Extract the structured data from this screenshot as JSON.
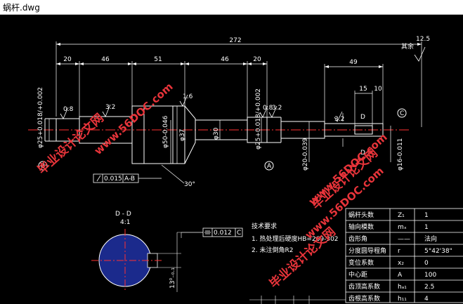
{
  "window": {
    "title": "蜗杆.dwg"
  },
  "dimensions": {
    "overall": "272",
    "seg1": "20",
    "seg2": "46",
    "seg3": "51",
    "seg4": "46",
    "seg5": "20",
    "seg6": "49",
    "key_len": "15",
    "key_off": "10",
    "dia_left_journal": "φ25+0.018/+0.002",
    "dia_shoulder": "φ37",
    "dia_worm": "φ50-0.046",
    "dia_mid": "φ30",
    "dia_right_journal": "φ25+0.018/+0.002",
    "dia_end": "φ20-0.039",
    "dia_key": "φ16-0.011",
    "angle": "30°",
    "rough_1": "0.8",
    "rough_2": "3.2",
    "rough_3": "1.6",
    "rough_4": "0.8",
    "rough_5": "3.2",
    "rough_6": "3.2",
    "rough_general": "12.5",
    "rough_general_label": "其余"
  },
  "datums": {
    "a": "A",
    "b": "B",
    "c": "C"
  },
  "section": {
    "label": "D",
    "title": "D - D",
    "scale": "4:1"
  },
  "tolerances": {
    "runout": {
      "value": "0.015",
      "ref": "A-B"
    },
    "symmetry": {
      "value": "0.012",
      "ref": "C"
    }
  },
  "tech_req": {
    "heading": "技术要求",
    "items": [
      "1. 热处理后硬度HB=269-302",
      "2. 未注倒角R2"
    ]
  },
  "param_table": {
    "rows": [
      {
        "name": "蜗杆头数",
        "symbol": "Z₁",
        "value": "1"
      },
      {
        "name": "轴向模数",
        "symbol": "mₓ",
        "value": "1"
      },
      {
        "name": "齿形角",
        "symbol": "——",
        "value": "法向"
      },
      {
        "name": "分度圆导程角",
        "symbol": "r",
        "value": "5°42'38\""
      },
      {
        "name": "变位系数",
        "symbol": "x₂",
        "value": "0"
      },
      {
        "name": "中心距",
        "symbol": "A",
        "value": "100"
      },
      {
        "name": "齿顶高系数",
        "symbol": "hₐ₁",
        "value": "2.5"
      },
      {
        "name": "齿根高系数",
        "symbol": "h₁₁",
        "value": "4"
      }
    ]
  },
  "watermarks": [
    "毕业设计论文网",
    "www.56DOC.com"
  ]
}
